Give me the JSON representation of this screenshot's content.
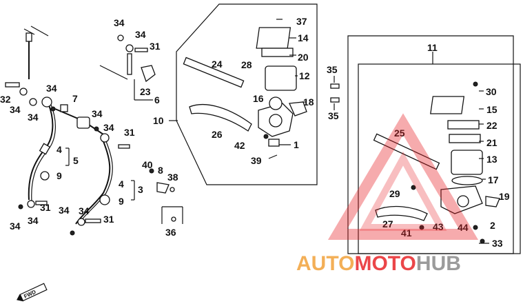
{
  "callouts": {
    "c37": "37",
    "c14": "14",
    "c20": "20",
    "c12": "12",
    "c24": "24",
    "c28": "28",
    "c16": "16",
    "c18": "18",
    "c10": "10",
    "c26": "26",
    "c42": "42",
    "c1": "1",
    "c39": "39",
    "c35a": "35",
    "c35b": "35",
    "c11": "11",
    "c30": "30",
    "c15": "15",
    "c22": "22",
    "c21": "21",
    "c13": "13",
    "c17": "17",
    "c19": "19",
    "c25": "25",
    "c29": "29",
    "c27": "27",
    "c43": "43",
    "c41": "41",
    "c44": "44",
    "c2": "2",
    "c33": "33",
    "c34a": "34",
    "c34b": "34",
    "c31a": "31",
    "c23": "23",
    "c6": "6",
    "c32": "32",
    "c34c": "34",
    "c34d": "34",
    "c34e": "34",
    "c7": "7",
    "c34f": "34",
    "c34g": "34",
    "c31b": "31",
    "c4a": "4",
    "c5": "5",
    "c9a": "9",
    "c4b": "4",
    "c3": "3",
    "c9b": "9",
    "c31c": "31",
    "c34h": "34",
    "c34i": "34",
    "c34j": "34",
    "c34k": "34",
    "c31d": "31",
    "c40": "40",
    "c8": "8",
    "c38": "38",
    "c36": "36"
  },
  "fwd_label": "FWD",
  "watermark": {
    "part1": "AUTO",
    "part2": "MOTO",
    "part3": "HUB",
    "color_orange": "#f2a23a",
    "color_red": "#e8262a",
    "color_gray": "#8a8a8a"
  }
}
